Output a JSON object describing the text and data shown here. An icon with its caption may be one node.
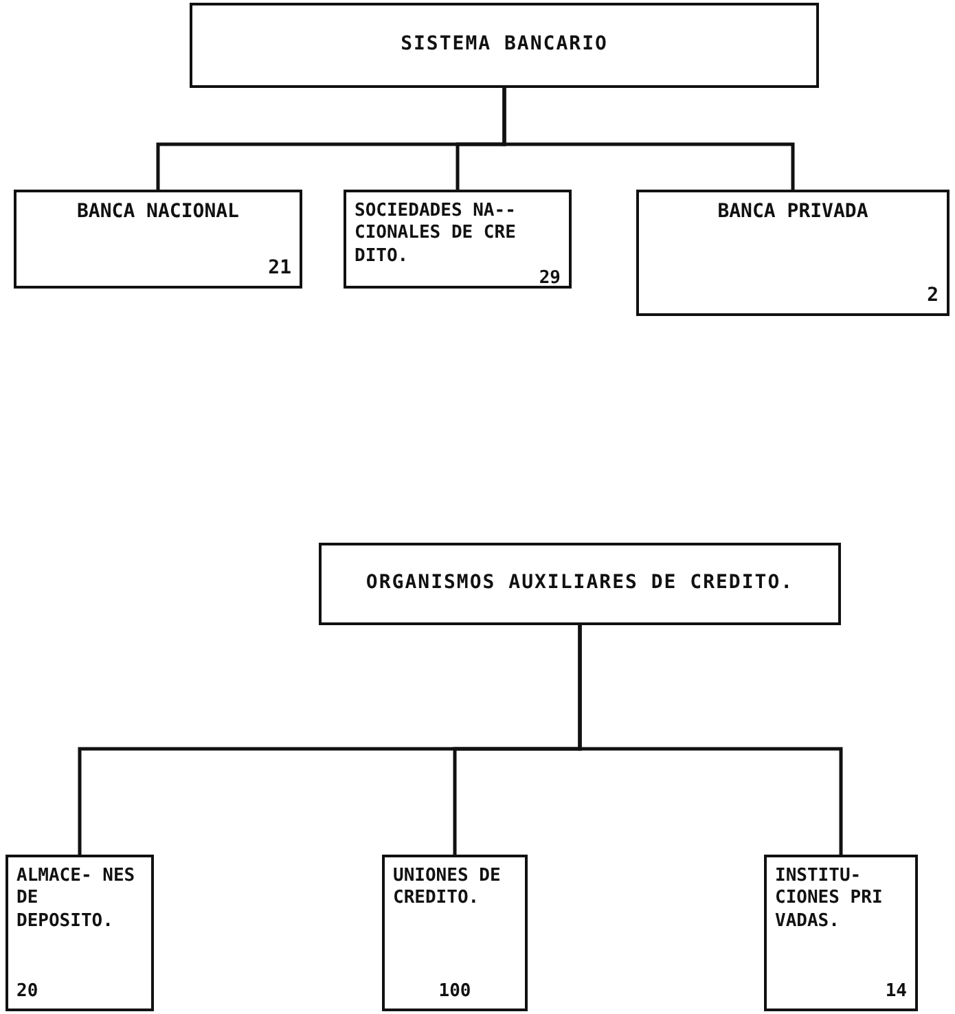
{
  "diagram": {
    "nodes": [
      {
        "text": [
          "SISTEMA BANCARIO"
        ]
      },
      {
        "text": [
          "BANCA NACIONAL",
          "21"
        ]
      },
      {
        "text": [
          "SOCIEDADES NA-- CIONALES DE CRE DITO.",
          "29"
        ]
      },
      {
        "text": [
          "BANCA PRIVADA",
          "2"
        ]
      },
      {
        "text": [
          "ORGANISMOS AUXILIARES DE CREDITO."
        ]
      },
      {
        "text": [
          "ALMACE- NES DE DEPOSITO.",
          "20"
        ]
      },
      {
        "text": [
          "UNIONES DE CREDITO.",
          "100"
        ]
      },
      {
        "text": [
          "INSTITU- CIONES PRI VADAS.",
          "14"
        ]
      }
    ],
    "edges": [
      {
        "from": 0,
        "to": 1,
        "arrow": "none"
      },
      {
        "from": 0,
        "to": 2,
        "arrow": "none"
      },
      {
        "from": 0,
        "to": 3,
        "arrow": "none"
      },
      {
        "from": 4,
        "to": 5,
        "arrow": "none"
      },
      {
        "from": 4,
        "to": 6,
        "arrow": "none"
      },
      {
        "from": 4,
        "to": 7,
        "arrow": "none"
      }
    ]
  }
}
